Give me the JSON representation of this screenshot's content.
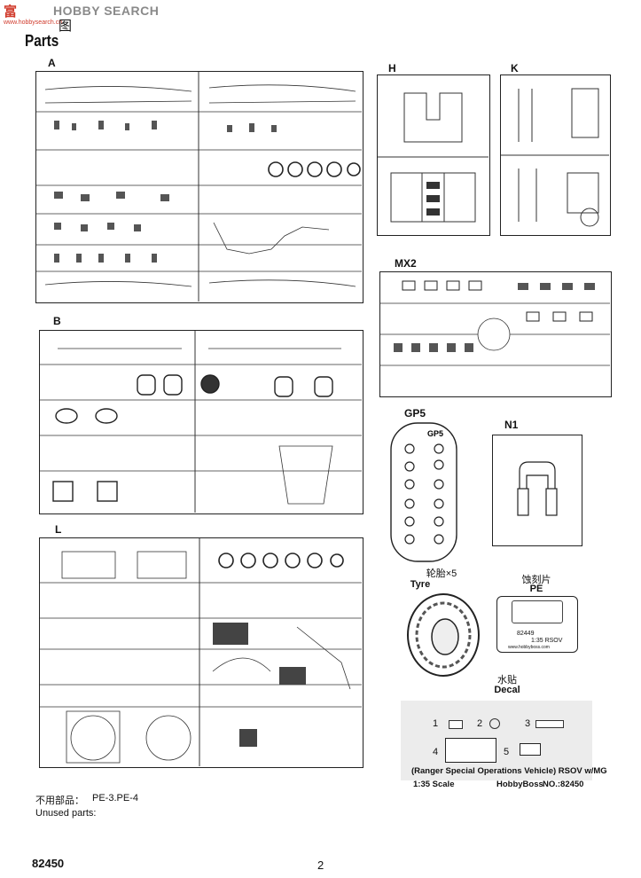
{
  "header": {
    "watermark_logo": "富",
    "watermark_site": "HOBBY SEARCH",
    "watermark_url": "www.hobbysearch.cn",
    "title_cn": "图",
    "title_en": "Parts"
  },
  "sprues": {
    "A": {
      "label": "A"
    },
    "B": {
      "label": "B"
    },
    "L": {
      "label": "L"
    },
    "H": {
      "label": "H"
    },
    "K": {
      "label": "K"
    },
    "MX2": {
      "label": "MX2"
    },
    "GP5": {
      "label": "GP5"
    },
    "N1": {
      "label": "N1"
    }
  },
  "tyre": {
    "label_cn": "轮胎×5",
    "label_en": "Tyre"
  },
  "pe": {
    "label_cn": "蚀刻片",
    "label_en": "PE",
    "plate_text_1": "82449",
    "plate_text_2": "1:35  RSOV",
    "plate_url": "www.hobbyboss.com"
  },
  "decal": {
    "label_cn": "水贴",
    "label_en": "Decal",
    "item_numbers": [
      "1",
      "2",
      "3",
      "4",
      "5"
    ],
    "line1": "(Ranger Special Operations Vehicle) RSOV w/MG",
    "scale": "1:35 Scale",
    "brand": "HobbyBoss",
    "number": "NO.:82450"
  },
  "unused": {
    "label_cn": "不用部品：",
    "parts": "PE-3.PE-4",
    "label_en": "Unused parts:"
  },
  "footer": {
    "kit_number": "82450",
    "page": "2"
  }
}
